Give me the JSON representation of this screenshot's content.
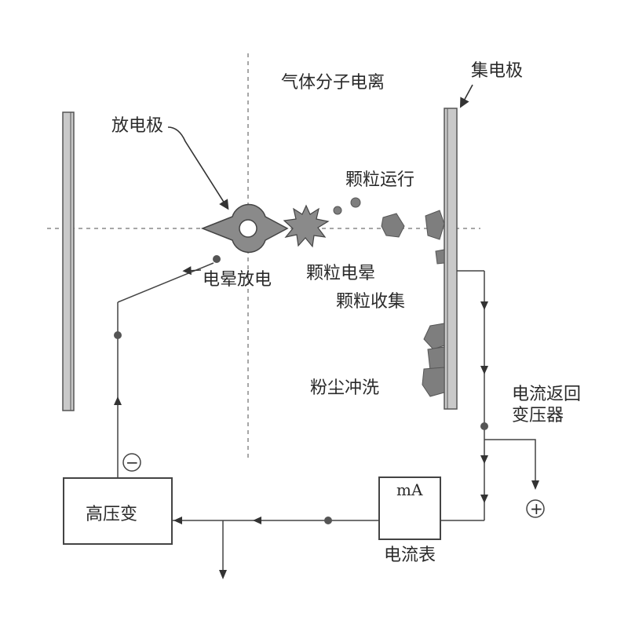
{
  "labels": {
    "gas_ionization": "气体分子电离",
    "collector_electrode": "集电极",
    "discharge_electrode": "放电极",
    "particle_travel": "颗粒运行",
    "particle_corona": "颗粒电晕",
    "corona_discharge": "电晕放电",
    "particle_collection": "颗粒收集",
    "dust_rinse": "粉尘冲洗",
    "current_return_line1": "电流返回",
    "current_return_line2": "变压器",
    "high_voltage_transformer": "高压变",
    "ammeter_unit": "mA",
    "ammeter": "电流表",
    "negative_terminal": "−",
    "positive_terminal": "+"
  },
  "colors": {
    "plate_fill": "#c9c9c9",
    "electrode_fill": "#8a8a8a",
    "particle_fill": "#7e7e7e",
    "line": "#444444",
    "dashed": "#8a8a8a"
  }
}
